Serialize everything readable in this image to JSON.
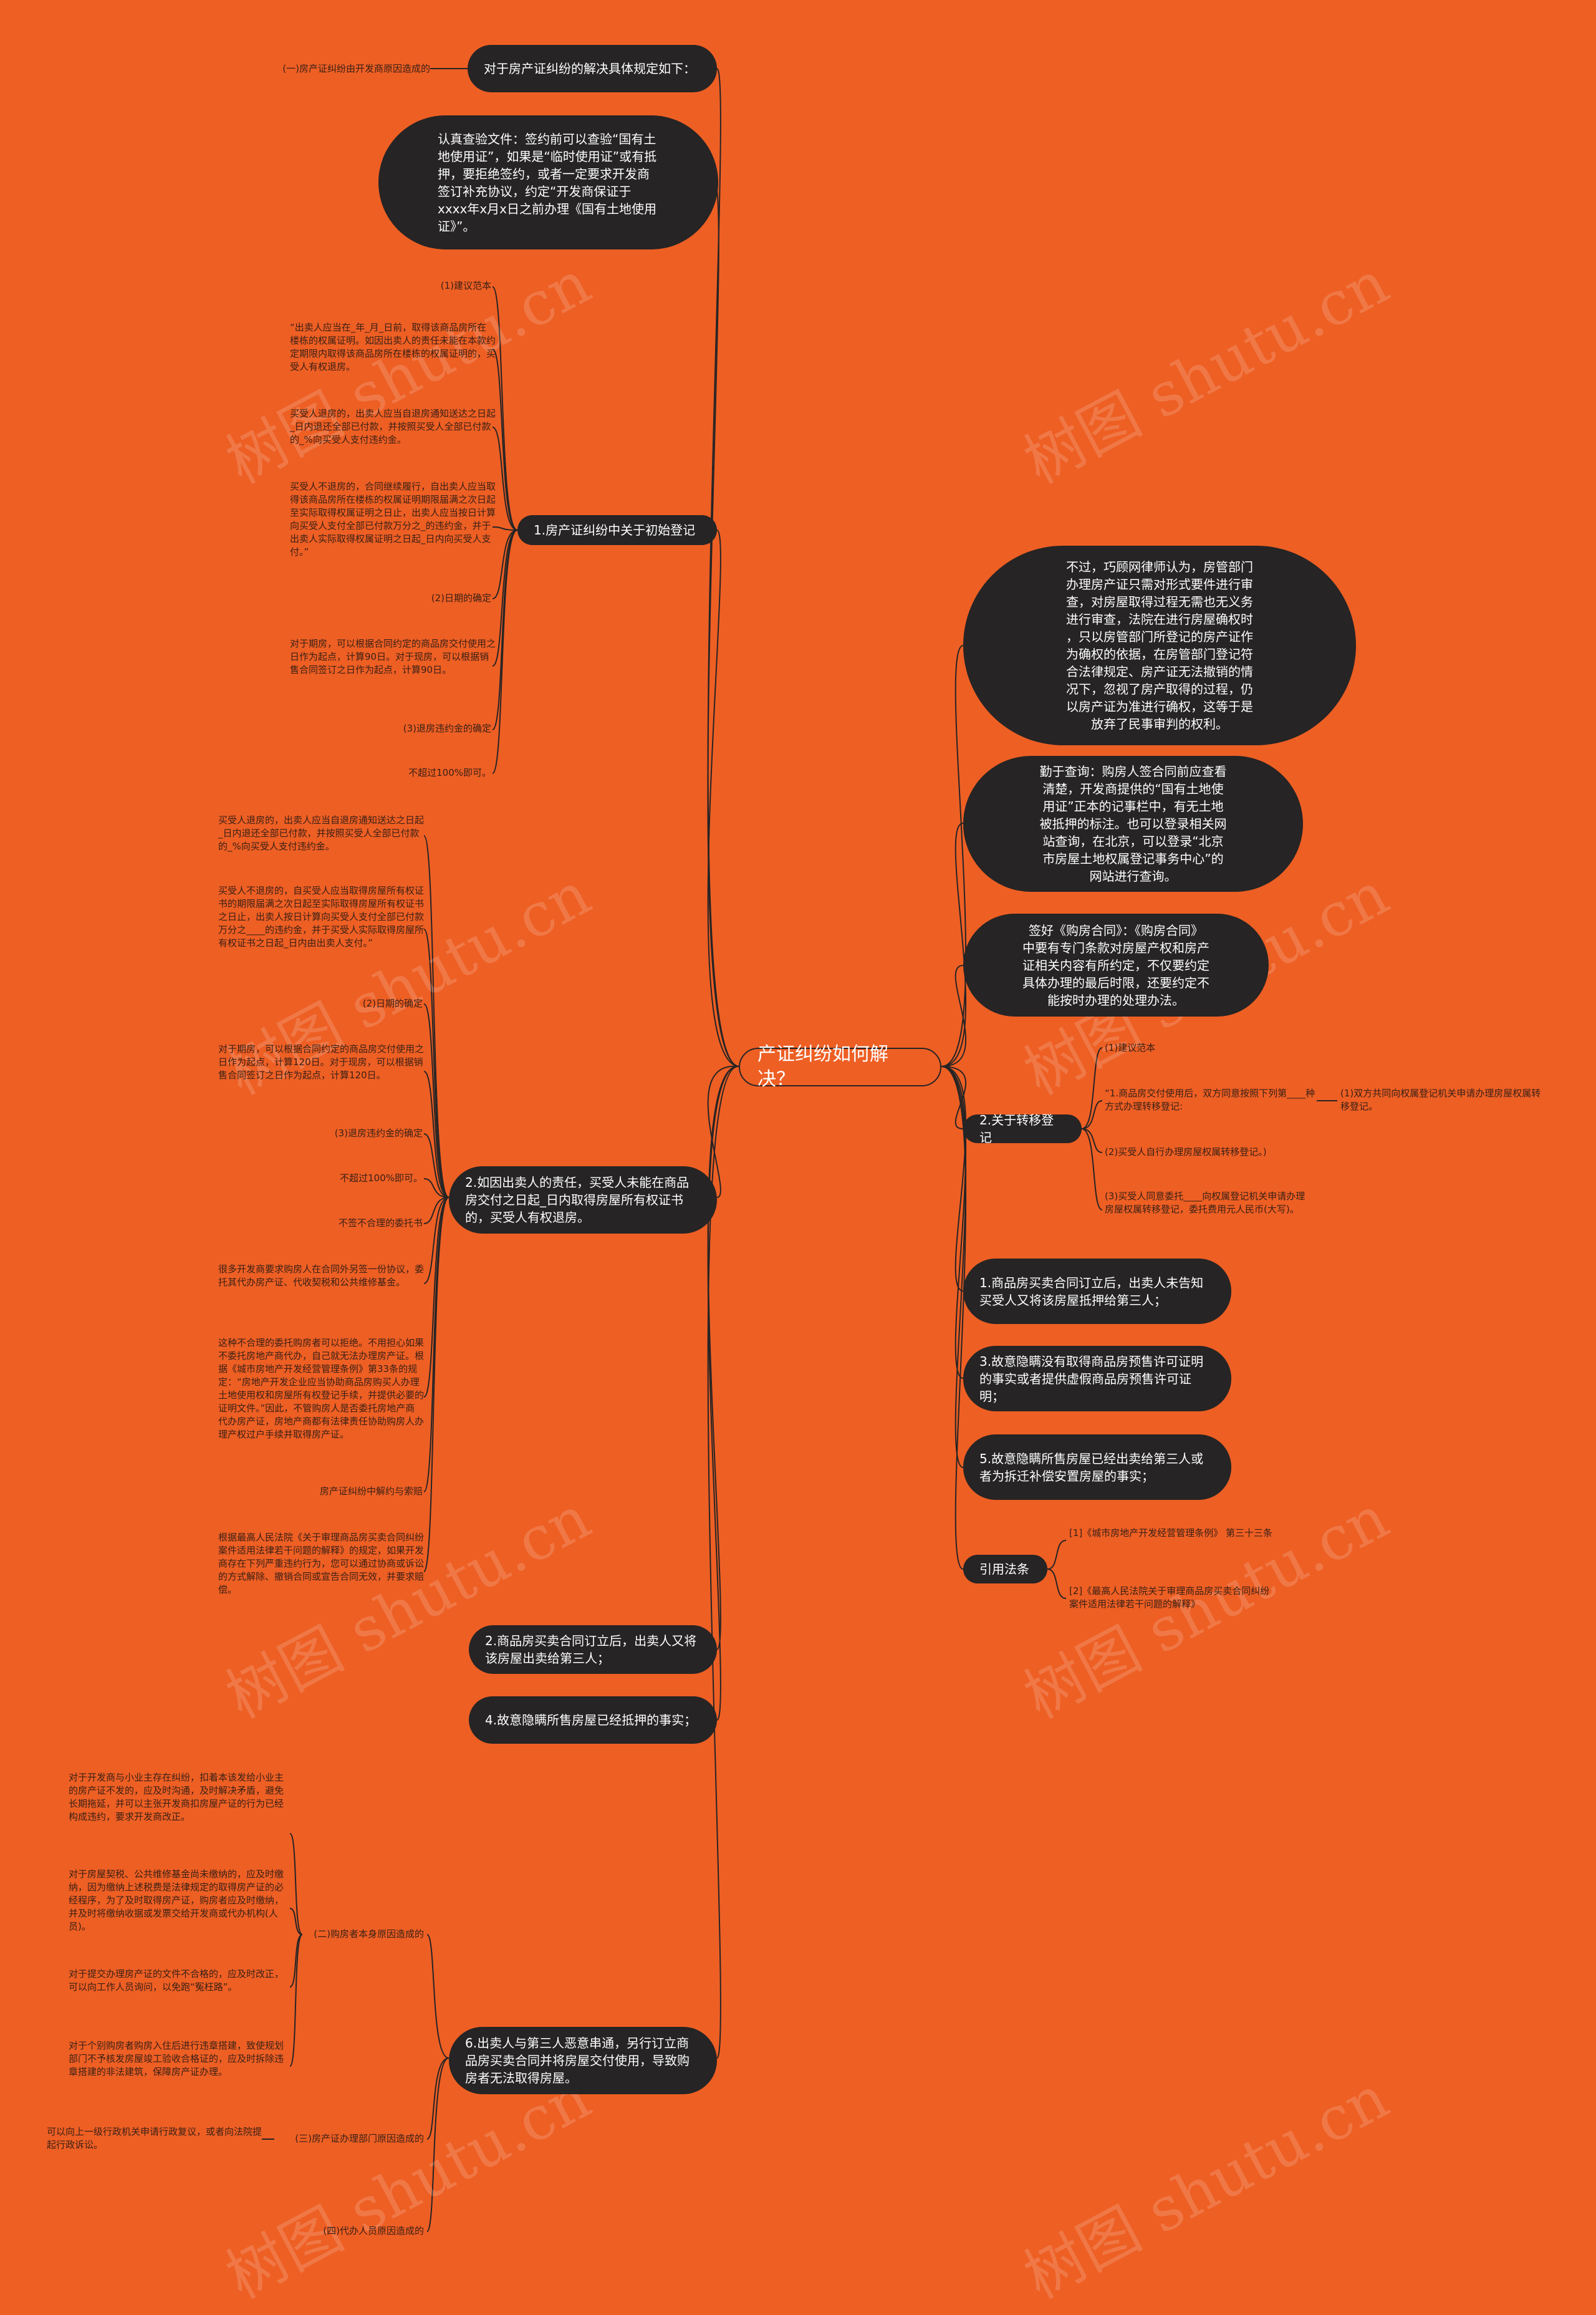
{
  "root": {
    "label": "产证纠纷如何解决？"
  },
  "watermark": "树图 shutu.cn",
  "left": {
    "n1": {
      "label": "对于房产证纠纷的解决具体规定如下：",
      "leaf": "(一)房产证纠纷由开发商原因造成的"
    },
    "n2": {
      "label": "认真查验文件：签约前可以查验“国有土地使用证”，如果是“临时使用证”或有抵押，要拒绝签约，或者一定要求开发商签订补充协议，约定“开发商保证于xxxx年x月x日之前办理《国有土地使用证》”。"
    },
    "n3": {
      "label": "1.房产证纠纷中关于初始登记",
      "leaves": [
        "(1)建议范本",
        "“出卖人应当在_年_月_日前，取得该商品房所在楼栋的权属证明。如因出卖人的责任未能在本款约定期限内取得该商品房所在楼栋的权属证明的，买受人有权退房。",
        "买受人退房的，出卖人应当自退房通知送达之日起_日内退还全部已付款，并按照买受人全部已付款的_%向买受人支付违约金。",
        "买受人不退房的，合同继续履行，自出卖人应当取得该商品房所在楼栋的权属证明期限届满之次日起至实际取得权属证明之日止，出卖人应当按日计算向买受人支付全部已付款万分之_的违约金，并于出卖人实际取得权属证明之日起_日内向买受人支付。”",
        "(2)日期的确定",
        "对于期房，可以根据合同约定的商品房交付使用之日作为起点，计算90日。对于现房，可以根据销售合同签订之日作为起点，计算90日。",
        "(3)退房违约金的确定",
        "不超过100%即可。"
      ]
    },
    "n4": {
      "label": "2.如因出卖人的责任，买受人未能在商品房交付之日起_日内取得房屋所有权证书的，买受人有权退房。",
      "leaves": [
        "买受人退房的，出卖人应当自退房通知送达之日起_日内退还全部已付款，并按照买受人全部已付款的_%向买受人支付违约金。",
        "买受人不退房的，自买受人应当取得房屋所有权证书的期限届满之次日起至实际取得房屋所有权证书之日止，出卖人按日计算向买受人支付全部已付款万分之____的违约金，并于买受人实际取得房屋所有权证书之日起_日内由出卖人支付。”",
        "(2)日期的确定",
        "对于期房，可以根据合同约定的商品房交付使用之日作为起点，计算120日。对于现房，可以根据销售合同签订之日作为起点，计算120日。",
        "(3)退房违约金的确定",
        "不超过100%即可。",
        "不签不合理的委托书",
        "很多开发商要求购房人在合同外另签一份协议，委托其代办房产证、代收契税和公共维修基金。",
        "这种不合理的委托购房者可以拒绝。不用担心如果不委托房地产商代办，自己就无法办理房产证。根据《城市房地产开发经营管理条例》第33条的规定：“房地产开发企业应当协助商品房购买人办理土地使用权和房屋所有权登记手续，并提供必要的证明文件。”因此，不管购房人是否委托房地产商代办房产证，房地产商都有法律责任协助购房人办理产权过户手续并取得房产证。",
        "房产证纠纷中解约与索赔",
        "根据最高人民法院《关于审理商品房买卖合同纠纷案件适用法律若干问题的解释》的规定，如果开发商存在下列严重违约行为，您可以通过协商或诉讼的方式解除、撤销合同或宣告合同无效，并要求赔偿。"
      ]
    },
    "n5": {
      "label": "2.商品房买卖合同订立后，出卖人又将该房屋出卖给第三人；"
    },
    "n6": {
      "label": "4.故意隐瞒所售房屋已经抵押的事实；"
    },
    "n7": {
      "label": "6.出卖人与第三人恶意串通，另行订立商品房买卖合同并将房屋交付使用，导致购房者无法取得房屋。",
      "mids": [
        "(二)购房者本身原因造成的",
        "(三)房产证办理部门原因造成的",
        "(四)代办人员原因造成的"
      ],
      "leaves": [
        "对于开发商与小业主存在纠纷，扣着本该发给小业主的房产证不发的，应及时沟通，及时解决矛盾，避免长期拖延，并可以主张开发商扣房屋产证的行为已经构成违约，要求开发商改正。",
        "对于房屋契税、公共维修基金尚未缴纳的，应及时缴纳，因为缴纳上述税费是法律规定的取得房产证的必经程序，为了及时取得房产证，购房者应及时缴纳，并及时将缴纳收据或发票交给开发商或代办机构(人员)。",
        "对于提交办理房产证的文件不合格的，应及时改正，可以向工作人员询问，以免跑“冤枉路”。",
        "对于个别购房者购房入住后进行违章搭建，致使规划部门不予核发房屋竣工验收合格证的，应及时拆除违章搭建的非法建筑，保障房产证办理。",
        "可以向上一级行政机关申请行政复议，或者向法院提起行政诉讼。"
      ]
    }
  },
  "right": {
    "r1": {
      "lines": [
        "不过，巧顾网律师认为，房管部门",
        "办理房产证只需对形式要件进行审",
        "查，对房屋取得过程无需也无义务",
        "进行审查，法院在进行房屋确权时",
        "，只以房管部门所登记的房产证作",
        "为确权的依据，在房管部门登记符",
        "合法律规定、房产证无法撤销的情",
        "况下，忽视了房产取得的过程，仍",
        "以房产证为准进行确权，这等于是",
        "放弃了民事审判的权利。"
      ]
    },
    "r2": {
      "lines": [
        "勤于查询：购房人签合同前应查看",
        "清楚，开发商提供的“国有土地使",
        "用证”正本的记事栏中，有无土地",
        "被抵押的标注。也可以登录相关网",
        "站查询，在北京，可以登录“北京",
        "市房屋土地权属登记事务中心”的",
        "网站进行查询。"
      ]
    },
    "r3": {
      "lines": [
        "签好《购房合同》：《购房合同》",
        "中要有专门条款对房屋产权和房产",
        "证相关内容有所约定，不仅要约定",
        "具体办理的最后时限，还要约定不",
        "能按时办理的处理办法。"
      ]
    },
    "r4": {
      "label": "2.关于转移登记",
      "leaves": [
        "(1)建议范本",
        "“1.商品房交付使用后，双方同意按照下列第____种方式办理转移登记:",
        "(1)双方共同向权属登记机关申请办理房屋权属转移登记。",
        "(2)买受人自行办理房屋权属转移登记。)",
        "(3)买受人同意委托____向权属登记机关申请办理房屋权属转移登记，委托费用元人民币(大写)。"
      ]
    },
    "r5": {
      "label": "1.商品房买卖合同订立后，出卖人未告知买受人又将该房屋抵押给第三人；"
    },
    "r6": {
      "label": "3.故意隐瞒没有取得商品房预售许可证明的事实或者提供虚假商品房预售许可证明；"
    },
    "r7": {
      "label": "5.故意隐瞒所售房屋已经出卖给第三人或者为拆迁补偿安置房屋的事实；"
    },
    "r8": {
      "label": "引用法条",
      "leaves": [
        "[1]《城市房地产开发经营管理条例》 第三十三条",
        "[2]《最高人民法院关于审理商品房买卖合同纠纷案件适用法律若干问题的解释》"
      ]
    }
  }
}
